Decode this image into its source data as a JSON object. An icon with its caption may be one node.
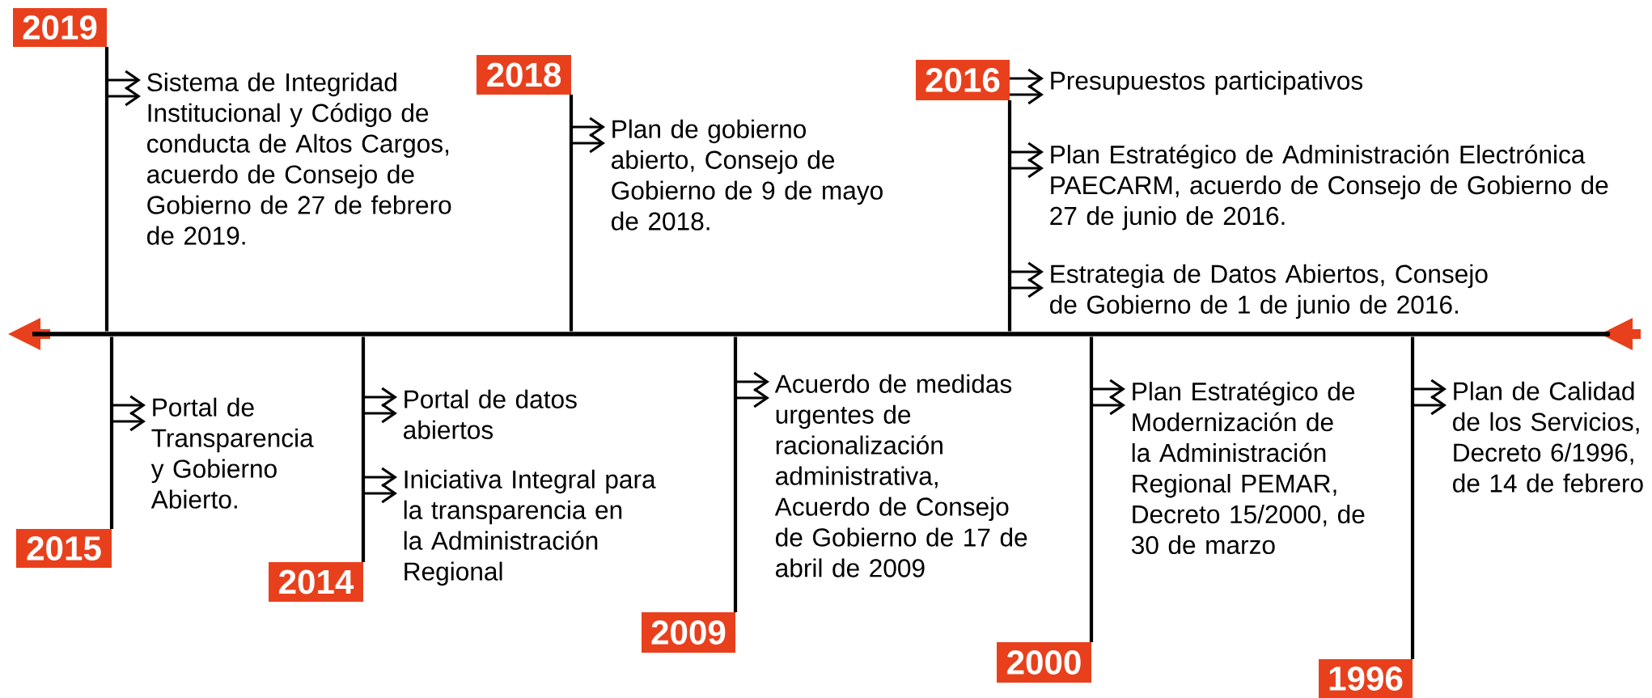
{
  "diagram": {
    "nodes": [
      {
        "text": [
          "2019"
        ]
      },
      {
        "text": [
          "Sistema de Integridad Institucional y Código de conducta de Altos Cargos, acuerdo de Consejo de Gobierno de 27 de febrero de 2019."
        ]
      },
      {
        "text": [
          "2018"
        ]
      },
      {
        "text": [
          "Plan de gobierno abierto, Consejo de Gobierno de 9 de mayo de 2018."
        ]
      },
      {
        "text": [
          "2016"
        ]
      },
      {
        "text": [
          "Presupuestos participativos"
        ]
      },
      {
        "text": [
          "Plan Estratégico de Administración Electrónica PAECARM, acuerdo de Consejo de Gobierno de 27 de junio de 2016."
        ]
      },
      {
        "text": [
          "Estrategia de Datos Abiertos, Consejo de Gobierno de 1 de junio de 2016."
        ]
      },
      {
        "text": [
          "2015"
        ]
      },
      {
        "text": [
          "Portal de Transparencia y Gobierno Abierto."
        ]
      },
      {
        "text": [
          "2014"
        ]
      },
      {
        "text": [
          "Portal de datos abiertos"
        ]
      },
      {
        "text": [
          "Iniciativa Integral para la transparencia en la Administración Regional"
        ]
      },
      {
        "text": [
          "2009"
        ]
      },
      {
        "text": [
          "Acuerdo de medidas urgentes de racionalización administrativa, Acuerdo de Consejo de Gobierno de 17 de abril de 2009"
        ]
      },
      {
        "text": [
          "2000"
        ]
      },
      {
        "text": [
          "Plan Estratégico de Modernización de la Administración Regional PEMAR, Decreto 15/2000, de 30 de marzo"
        ]
      },
      {
        "text": [
          "1996"
        ]
      },
      {
        "text": [
          "Plan de Calidad de los Servicios, Decreto 6/1996, de 14 de febrero"
        ]
      },
      {
        "text": [],
        "shape": "bar"
      }
    ],
    "edges": [
      {
        "from": 0,
        "to": 1,
        "arrow": "to"
      },
      {
        "from": 2,
        "to": 3,
        "arrow": "to"
      },
      {
        "from": 4,
        "to": 5,
        "arrow": "to"
      },
      {
        "from": 4,
        "to": 6,
        "arrow": "to"
      },
      {
        "from": 4,
        "to": 7,
        "arrow": "to"
      },
      {
        "from": 8,
        "to": 9,
        "arrow": "to"
      },
      {
        "from": 10,
        "to": 11,
        "arrow": "to"
      },
      {
        "from": 10,
        "to": 12,
        "arrow": "to"
      },
      {
        "from": 13,
        "to": 14,
        "arrow": "to"
      },
      {
        "from": 15,
        "to": 16,
        "arrow": "to"
      },
      {
        "from": 17,
        "to": 18,
        "arrow": "to"
      },
      {
        "from": 0,
        "to": 19,
        "arrow": "none"
      },
      {
        "from": 2,
        "to": 19,
        "arrow": "none"
      },
      {
        "from": 4,
        "to": 19,
        "arrow": "none"
      },
      {
        "from": 8,
        "to": 19,
        "arrow": "none"
      },
      {
        "from": 10,
        "to": 19,
        "arrow": "none"
      },
      {
        "from": 13,
        "to": 19,
        "arrow": "none"
      },
      {
        "from": 15,
        "to": 19,
        "arrow": "none"
      },
      {
        "from": 17,
        "to": 19,
        "arrow": "none"
      }
    ]
  }
}
